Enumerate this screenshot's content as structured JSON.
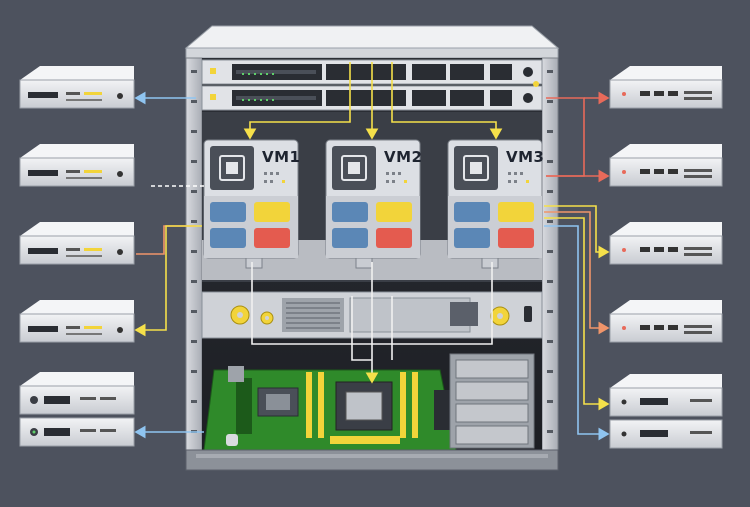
{
  "vms": [
    {
      "label": "VM1"
    },
    {
      "label": "VM2"
    },
    {
      "label": "VM3"
    }
  ],
  "colors": {
    "background": "#4d525e",
    "link_yellow": "#f5e04a",
    "link_blue": "#8fc4f0",
    "link_orange": "#f0956a",
    "link_red": "#e86a5a",
    "pcb_green": "#2f8a2a",
    "block_blue": "#5b87b6",
    "block_yellow": "#f2d43a",
    "block_red": "#e45b4f"
  },
  "icons": [
    "cpu-chip-icon",
    "gear-icon",
    "status-led-icon",
    "dimm-slot-icon"
  ]
}
